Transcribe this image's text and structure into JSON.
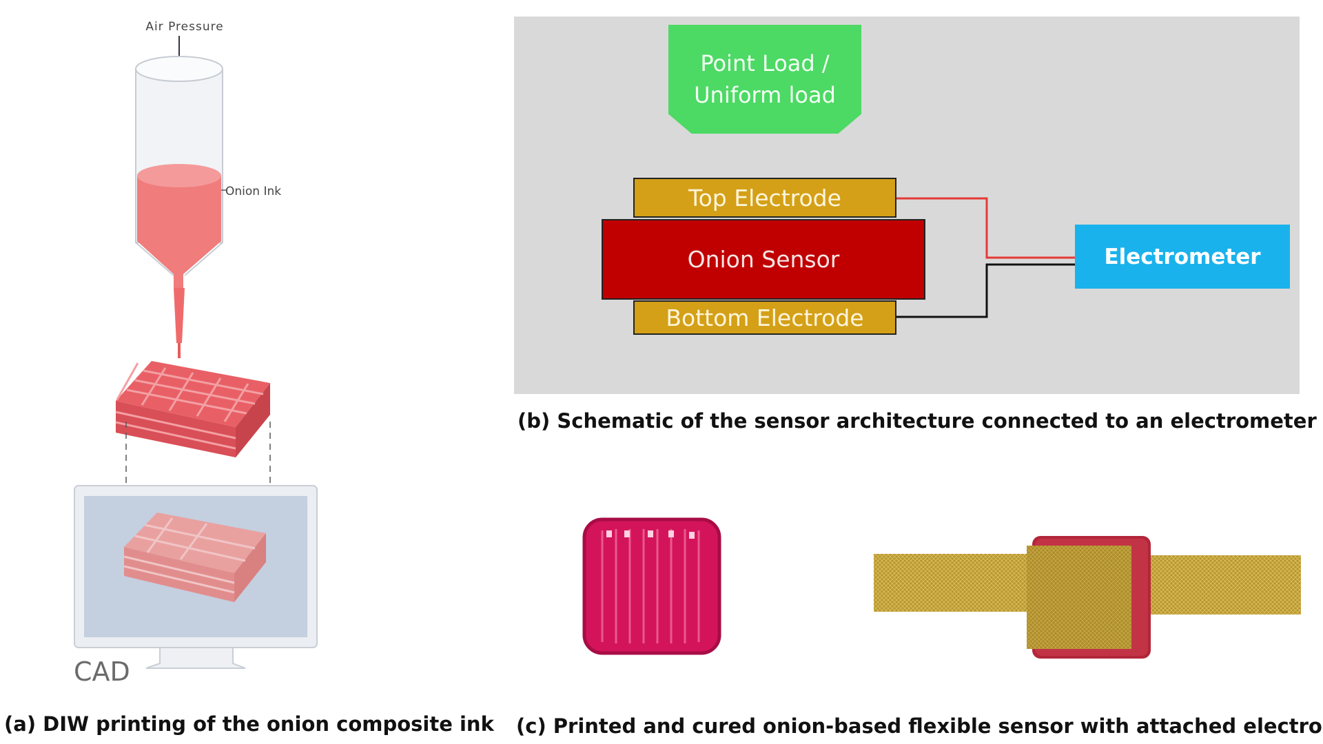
{
  "panel_a": {
    "air_pressure_label": "Air Pressure",
    "ink_label": "Onion Ink",
    "cad_label": "CAD",
    "caption": "(a) DIW printing of the onion composite ink",
    "colors": {
      "ink": "#f07c7c",
      "monitor": "#c4cfe0"
    }
  },
  "panel_b": {
    "load_label_line1": "Point Load /",
    "load_label_line2": "Uniform load",
    "top_electrode": "Top Electrode",
    "onion_sensor": "Onion Sensor",
    "bottom_electrode": "Bottom Electrode",
    "electrometer": "Electrometer",
    "caption": "(b) Schematic of the sensor architecture connected to an electrometer",
    "colors": {
      "background": "#d9d9d9",
      "load": "#4cd964",
      "electrode": "#d4a017",
      "sensor": "#c00000",
      "electrometer": "#1ab2ec",
      "wire_top": "#e53935",
      "wire_bottom": "#111111"
    }
  },
  "panel_c": {
    "caption": "(c) Printed and cured onion-based flexible sensor with attached electrodes",
    "colors": {
      "sensor": "#d4145a",
      "fabric": "#b8962e"
    }
  }
}
